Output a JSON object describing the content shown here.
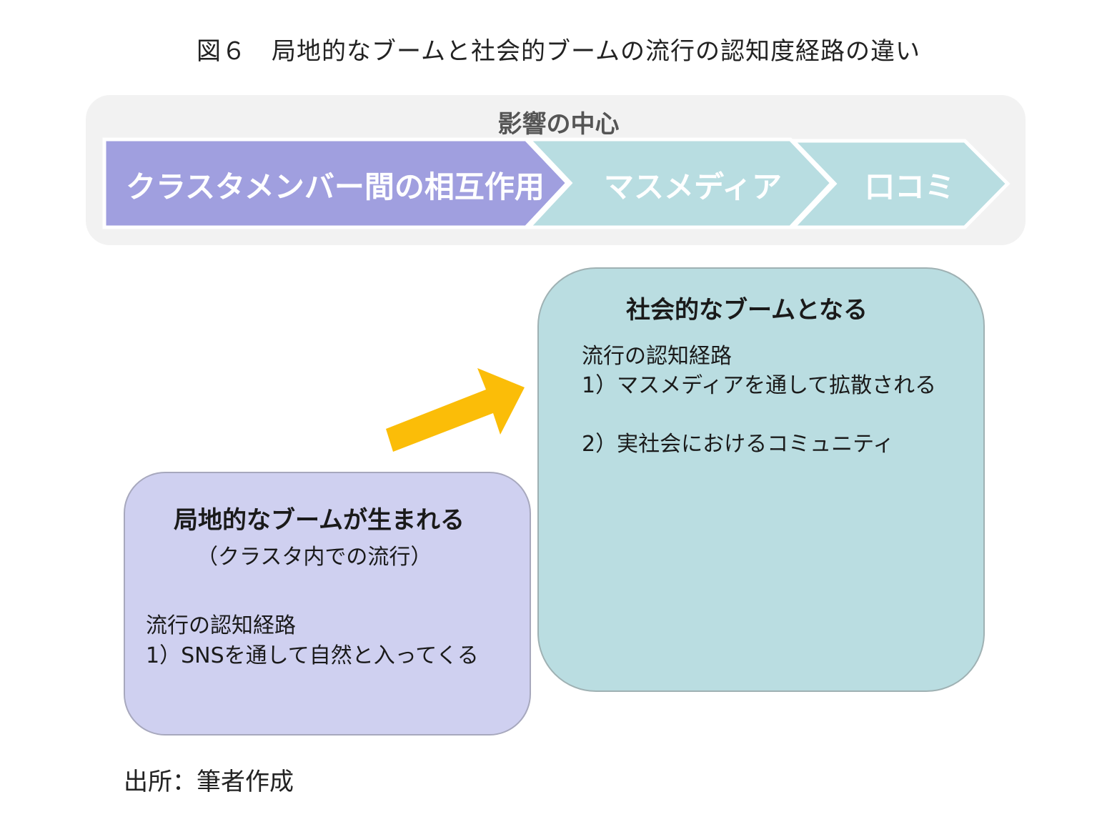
{
  "figure": {
    "title": "図６　局地的なブームと社会的ブームの流行の認知度経路の違い",
    "source": "出所：筆者作成"
  },
  "influence_panel": {
    "heading": "影響の中心",
    "stages": [
      {
        "label": "クラスタメンバー間の相互作用",
        "color": "#a09fdf"
      },
      {
        "label": "マスメディア",
        "color": "#b8dde1"
      },
      {
        "label": "口コミ",
        "color": "#b8dde1"
      }
    ],
    "panel_color": "#f2f2f2"
  },
  "local_boom": {
    "title": "局地的なブームが生まれる",
    "subtitle": "（クラスタ内での流行）",
    "route_heading": "流行の認知経路",
    "routes": [
      "1）SNSを通して自然と入ってくる"
    ],
    "color": "#cfd0f0"
  },
  "social_boom": {
    "title": "社会的なブームとなる",
    "route_heading": "流行の認知経路",
    "routes": [
      "1）マスメディアを通して拡散される",
      "2）実社会におけるコミュニティ"
    ],
    "color": "#badde1"
  },
  "arrow": {
    "color": "#fbbd08",
    "direction": "up-right"
  }
}
